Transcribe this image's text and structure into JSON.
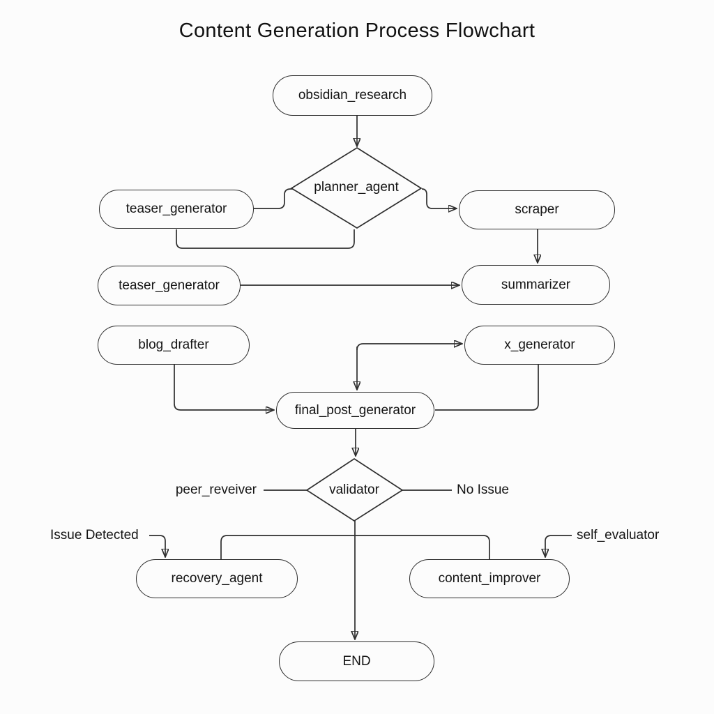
{
  "title": "Content Generation Process Flowchart",
  "colors": {
    "stroke": "#2e2e2e",
    "background": "#fcfcfc",
    "text": "#141414"
  },
  "nodes": {
    "obsidian_research": {
      "label": "obsidian_research",
      "shape": "stadium"
    },
    "planner_agent": {
      "label": "planner_agent",
      "shape": "diamond"
    },
    "teaser_generator_1": {
      "label": "teaser_generator",
      "shape": "stadium"
    },
    "scraper": {
      "label": "scraper",
      "shape": "stadium"
    },
    "teaser_generator_2": {
      "label": "teaser_generator",
      "shape": "stadium"
    },
    "summarizer": {
      "label": "summarizer",
      "shape": "stadium"
    },
    "blog_drafter": {
      "label": "blog_drafter",
      "shape": "stadium"
    },
    "x_generator": {
      "label": "x_generator",
      "shape": "stadium"
    },
    "final_post_generator": {
      "label": "final_post_generator",
      "shape": "stadium"
    },
    "validator": {
      "label": "validator",
      "shape": "diamond"
    },
    "recovery_agent": {
      "label": "recovery_agent",
      "shape": "stadium"
    },
    "content_improver": {
      "label": "content_improver",
      "shape": "stadium"
    },
    "end": {
      "label": "END",
      "shape": "stadium"
    }
  },
  "edge_labels": {
    "peer_reveiver": "peer_reveiver",
    "no_issue": "No Issue",
    "issue_detected": "Issue Detected",
    "self_evaluator": "self_evaluator"
  },
  "edges": [
    {
      "from": "obsidian_research",
      "to": "planner_agent",
      "arrow": true
    },
    {
      "from": "teaser_generator_1",
      "to": "planner_agent",
      "arrow": false
    },
    {
      "from": "planner_agent",
      "to": "teaser_generator_1",
      "arrow": false
    },
    {
      "from": "planner_agent",
      "to": "scraper",
      "arrow": true
    },
    {
      "from": "scraper",
      "to": "summarizer",
      "arrow": true
    },
    {
      "from": "teaser_generator_2",
      "to": "summarizer",
      "arrow": true
    },
    {
      "from": "blog_drafter",
      "to": "final_post_generator",
      "arrow": true
    },
    {
      "from": "final_post_generator",
      "to": "x_generator",
      "arrow": true
    },
    {
      "from": "x_generator",
      "to": "final_post_generator",
      "arrow": true
    },
    {
      "from": "final_post_generator",
      "to": "validator",
      "arrow": true
    },
    {
      "from": "validator",
      "to": "peer_reveiver",
      "arrow": false
    },
    {
      "from": "validator",
      "to": "no_issue",
      "arrow": false
    },
    {
      "from": "validator",
      "to": "end",
      "arrow": true
    },
    {
      "from": "recovery_agent",
      "to": "content_improver",
      "arrow": false
    },
    {
      "from": "issue_detected",
      "to": "recovery_agent",
      "arrow": true
    },
    {
      "from": "self_evaluator",
      "to": "content_improver",
      "arrow": true
    }
  ]
}
